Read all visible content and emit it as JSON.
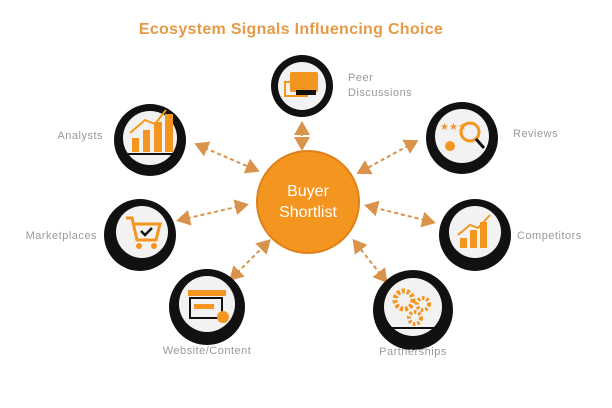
{
  "title": "Ecosystem Signals Influencing Choice",
  "center": {
    "line1": "Buyer",
    "line2": "Shortlist"
  },
  "nodes": [
    {
      "id": "peer",
      "label_line1": "Peer",
      "label_line2": "Discussions",
      "icon": "chat-bubble-icon"
    },
    {
      "id": "analysts",
      "label": "Analysts",
      "icon": "bar-chart-icon"
    },
    {
      "id": "reviews",
      "label": "Reviews",
      "icon": "star-review-icon"
    },
    {
      "id": "marketplaces",
      "label": "Marketplaces",
      "icon": "shopping-cart-icon"
    },
    {
      "id": "competitors",
      "label": "Competitors",
      "icon": "growth-chart-icon"
    },
    {
      "id": "website",
      "label": "Website/Content",
      "icon": "webpage-icon"
    },
    {
      "id": "partnerships",
      "label": "Partnerships",
      "icon": "gears-icon"
    }
  ],
  "colors": {
    "accent": "#f4951f",
    "title": "#e59a45",
    "label": "#9a9a9a",
    "icon_bg": "#111111"
  }
}
